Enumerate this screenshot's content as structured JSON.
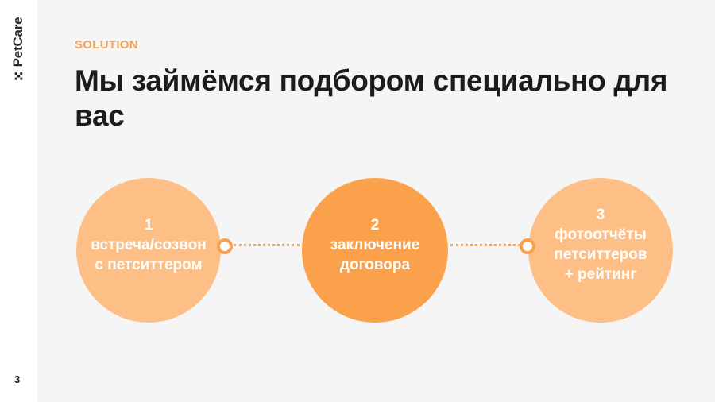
{
  "sidebar": {
    "brand": "PetCare",
    "page_number": "3"
  },
  "header": {
    "eyebrow": "SOLUTION",
    "title": "Мы займёмся подбором специально для вас"
  },
  "steps": [
    {
      "number": "1",
      "lines": [
        "встреча/созвон",
        "с петситтером"
      ]
    },
    {
      "number": "2",
      "lines": [
        "заключение",
        "договора"
      ]
    },
    {
      "number": "3",
      "lines": [
        "фотоотчёты",
        "петситтеров",
        "+ рейтинг"
      ]
    }
  ],
  "colors": {
    "accent": "#fba14b",
    "accent_light": "#fdbf86",
    "eyebrow": "#f5a25a",
    "background": "#f5f5f5",
    "text": "#1c1c1c"
  },
  "icons": {
    "brand": "paw-icon"
  }
}
